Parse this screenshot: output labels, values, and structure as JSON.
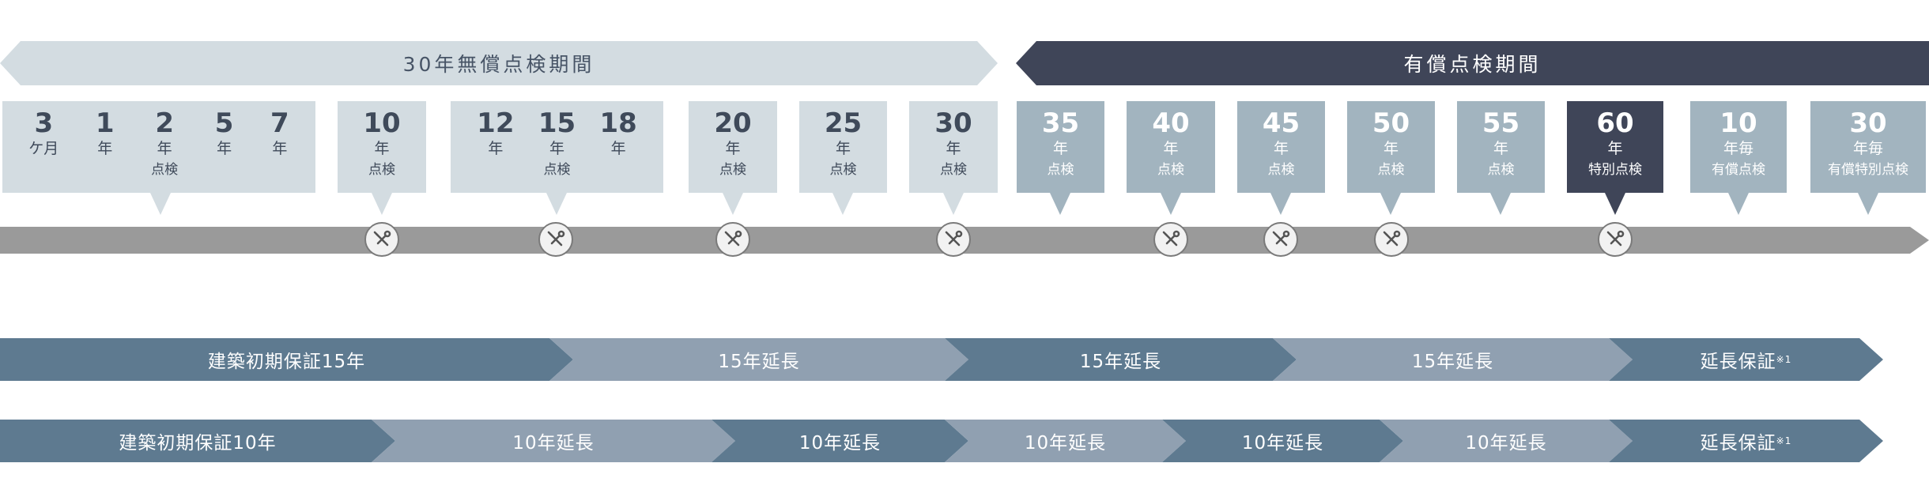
{
  "headers": {
    "free": "30年無償点検期間",
    "paid": "有償点検期間"
  },
  "boxes": [
    {
      "cols": [
        {
          "num": "3",
          "unit": "ケ月"
        },
        {
          "num": "1",
          "unit": "年"
        },
        {
          "num": "2",
          "unit": "年"
        },
        {
          "num": "5",
          "unit": "年"
        },
        {
          "num": "7",
          "unit": "年"
        }
      ],
      "note": "点検"
    },
    {
      "cols": [
        {
          "num": "10",
          "unit": "年"
        }
      ],
      "note": "点検"
    },
    {
      "cols": [
        {
          "num": "12",
          "unit": "年"
        },
        {
          "num": "15",
          "unit": "年"
        },
        {
          "num": "18",
          "unit": "年"
        }
      ],
      "note": "点検"
    },
    {
      "cols": [
        {
          "num": "20",
          "unit": "年"
        }
      ],
      "note": "点検"
    },
    {
      "cols": [
        {
          "num": "25",
          "unit": "年"
        }
      ],
      "note": "点検"
    },
    {
      "cols": [
        {
          "num": "30",
          "unit": "年"
        }
      ],
      "note": "点検"
    },
    {
      "cols": [
        {
          "num": "35",
          "unit": "年"
        }
      ],
      "note": "点検"
    },
    {
      "cols": [
        {
          "num": "40",
          "unit": "年"
        }
      ],
      "note": "点検"
    },
    {
      "cols": [
        {
          "num": "45",
          "unit": "年"
        }
      ],
      "note": "点検"
    },
    {
      "cols": [
        {
          "num": "50",
          "unit": "年"
        }
      ],
      "note": "点検"
    },
    {
      "cols": [
        {
          "num": "55",
          "unit": "年"
        }
      ],
      "note": "点検"
    },
    {
      "cols": [
        {
          "num": "60",
          "unit": "年"
        }
      ],
      "note": "特別点検"
    },
    {
      "cols": [
        {
          "num": "10",
          "unit": "年毎"
        }
      ],
      "note": "有償点検"
    },
    {
      "cols": [
        {
          "num": "30",
          "unit": "年毎"
        }
      ],
      "note": "有償特別点検"
    }
  ],
  "markers_icon": "wrench-screwdriver-icon",
  "warranty15": [
    {
      "label": "建築初期保証15年"
    },
    {
      "label": "15年延長"
    },
    {
      "label": "15年延長"
    },
    {
      "label": "15年延長"
    },
    {
      "label": "延長保証",
      "sup": "※1"
    }
  ],
  "warranty10": [
    {
      "label": "建築初期保証10年"
    },
    {
      "label": "10年延長"
    },
    {
      "label": "10年延長"
    },
    {
      "label": "10年延長"
    },
    {
      "label": "10年延長"
    },
    {
      "label": "10年延長"
    },
    {
      "label": "延長保証",
      "sup": "※1"
    }
  ],
  "colors": {
    "free_box": "#d3dce1",
    "paid_box": "#a2b4bf",
    "special_box": "#3f4558",
    "timeline": "#9a9a9a",
    "bar_dark": "#5e7a90",
    "bar_light": "#90a0b1"
  }
}
